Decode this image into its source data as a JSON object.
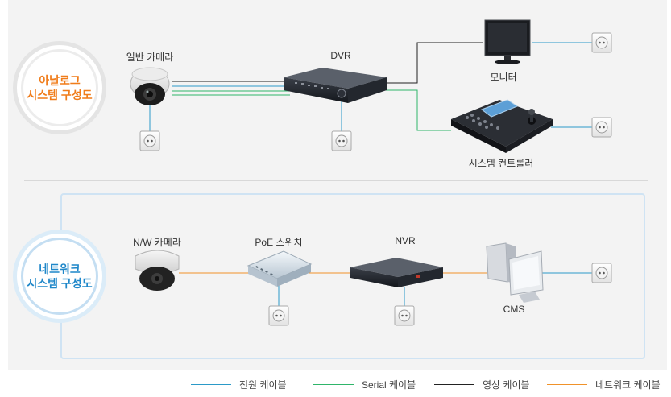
{
  "badges": {
    "analog": "아날로그\n시스템 구성도",
    "network": "네트워크\n시스템 구성도"
  },
  "labels": {
    "analog_camera": "일반 카메라",
    "dvr": "DVR",
    "monitor": "모니터",
    "system_controller": "시스템 컨트롤러",
    "nw_camera": "N/W 카메라",
    "poe_switch": "PoE 스위치",
    "nvr": "NVR",
    "cms": "CMS"
  },
  "legend": [
    {
      "label": "전원 케이블",
      "color": "#2b9ac8"
    },
    {
      "label": "Serial 케이블",
      "color": "#2fb56a"
    },
    {
      "label": "영상 케이블",
      "color": "#222222"
    },
    {
      "label": "네트워크 케이블",
      "color": "#f0922a"
    }
  ]
}
